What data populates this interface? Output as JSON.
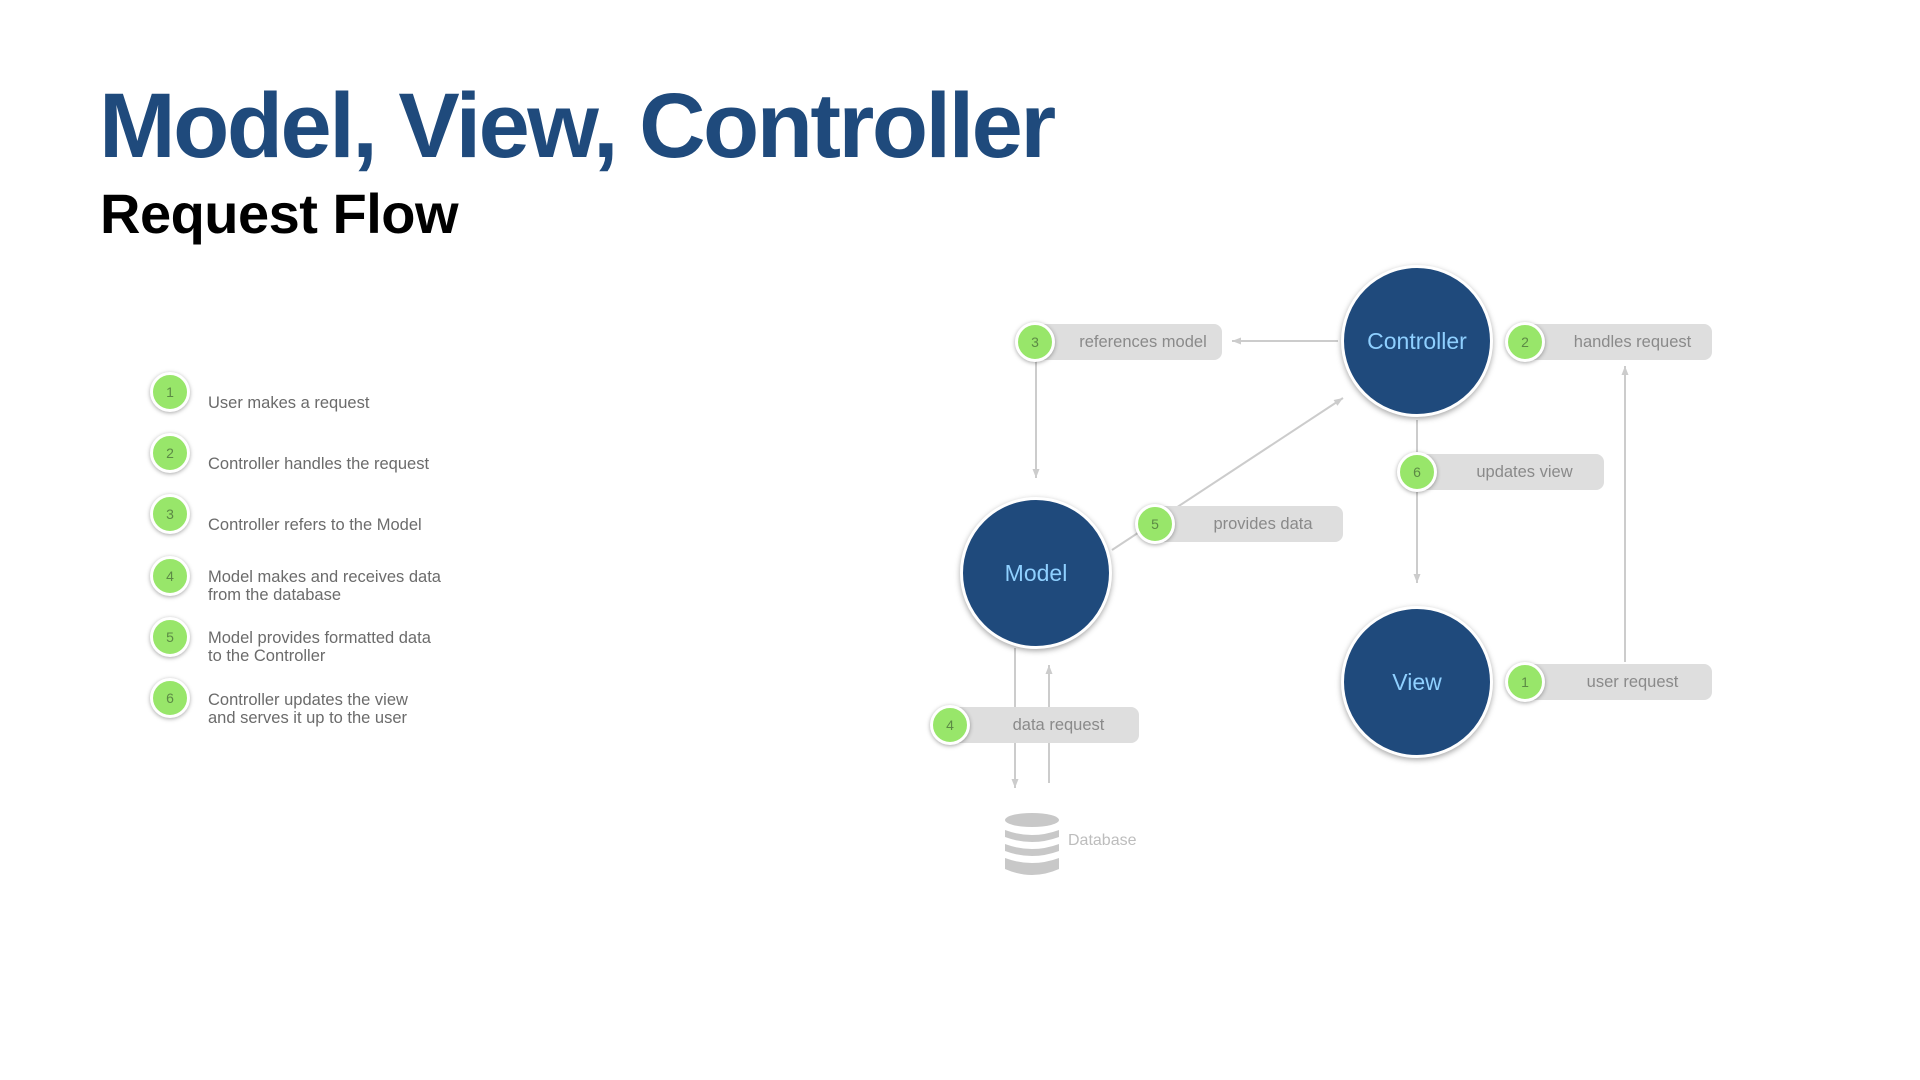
{
  "slide": {
    "title": "Model, View, Controller",
    "subtitle": "Request Flow"
  },
  "legend": [
    {
      "number": "1",
      "text": "User makes a request"
    },
    {
      "number": "2",
      "text": "Controller handles the request"
    },
    {
      "number": "3",
      "text": "Controller refers to the Model"
    },
    {
      "number": "4",
      "text": "Model makes and receives data\nfrom the database"
    },
    {
      "number": "5",
      "text": "Model provides formatted data\nto the Controller"
    },
    {
      "number": "6",
      "text": "Controller updates the view\nand serves it up to the user"
    }
  ],
  "nodes": {
    "controller": "Controller",
    "model": "Model",
    "view": "View",
    "database": "Database"
  },
  "steps": {
    "references_model": {
      "number": "3",
      "label": "references model"
    },
    "handles_request": {
      "number": "2",
      "label": "handles request"
    },
    "updates_view": {
      "number": "6",
      "label": "updates view"
    },
    "provides_data": {
      "number": "5",
      "label": "provides data"
    },
    "data_request": {
      "number": "4",
      "label": "data request"
    },
    "user_request": {
      "number": "1",
      "label": "user request"
    }
  },
  "colors": {
    "title": "#1f4a7c",
    "node_fill": "#1f4a7c",
    "node_text": "#8fd0ff",
    "badge": "#98e66a",
    "pill": "#dedede",
    "arrow": "#cccccc"
  }
}
